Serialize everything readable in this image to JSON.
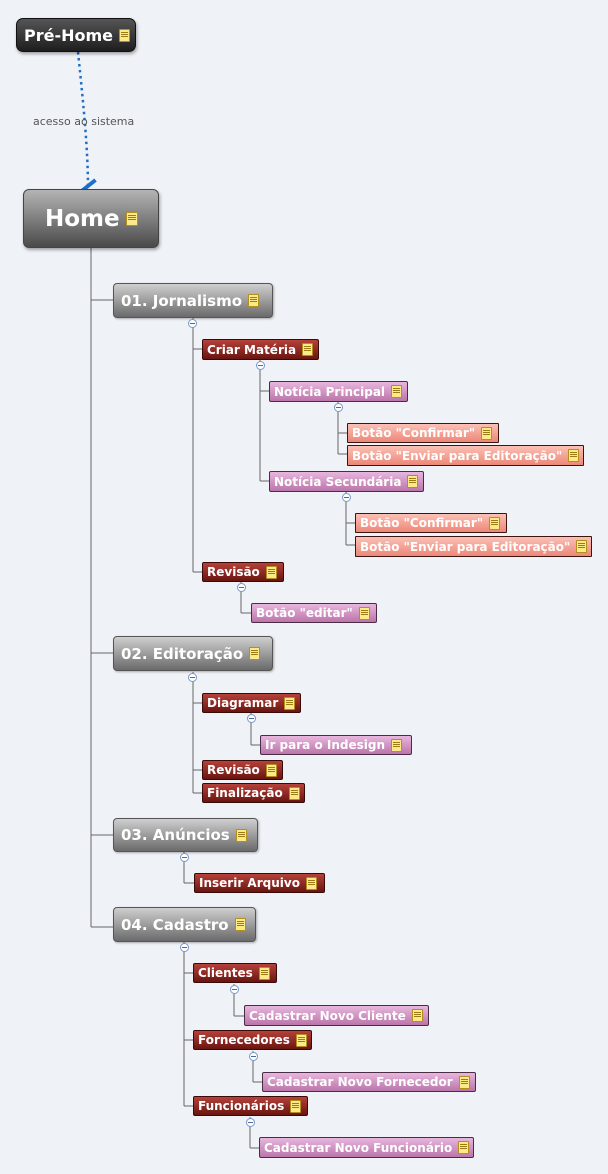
{
  "pre_home": {
    "label": "Pré-Home"
  },
  "relationship": {
    "label": "acesso ao sistema"
  },
  "home": {
    "label": "Home"
  },
  "branches": {
    "jornalismo": {
      "label": "01. Jornalismo",
      "criar_materia": {
        "label": "Criar Matéria",
        "noticia_principal": {
          "label": "Notícia Principal",
          "confirmar": "Botão \"Confirmar\"",
          "enviar": "Botão \"Enviar para Editoração\""
        },
        "noticia_secundaria": {
          "label": "Notícia Secundária",
          "confirmar": "Botão \"Confirmar\"",
          "enviar": "Botão \"Enviar para Editoração\""
        }
      },
      "revisao": {
        "label": "Revisão",
        "editar": "Botão \"editar\""
      }
    },
    "editoracao": {
      "label": "02. Editoração",
      "diagramar": {
        "label": "Diagramar",
        "indesign": "Ir para o Indesign"
      },
      "revisao": "Revisão",
      "finalizacao": "Finalização"
    },
    "anuncios": {
      "label": "03. Anúncios",
      "inserir": "Inserir Arquivo"
    },
    "cadastro": {
      "label": "04. Cadastro",
      "clientes": {
        "label": "Clientes",
        "novo": "Cadastrar Novo Cliente"
      },
      "fornecedores": {
        "label": "Fornecedores",
        "novo": "Cadastrar Novo Fornecedor"
      },
      "funcionarios": {
        "label": "Funcionários",
        "novo": "Cadastrar Novo Funcionário"
      }
    }
  },
  "colors": {
    "background": "#eff2f7",
    "level2": "#8b1e1a",
    "level3": "#d9a0cd",
    "level4": "#f7a99c",
    "relationship_arrow": "#1f6fc7"
  },
  "icons": {
    "note": "note-icon",
    "collapse": "collapse-toggle-icon"
  }
}
